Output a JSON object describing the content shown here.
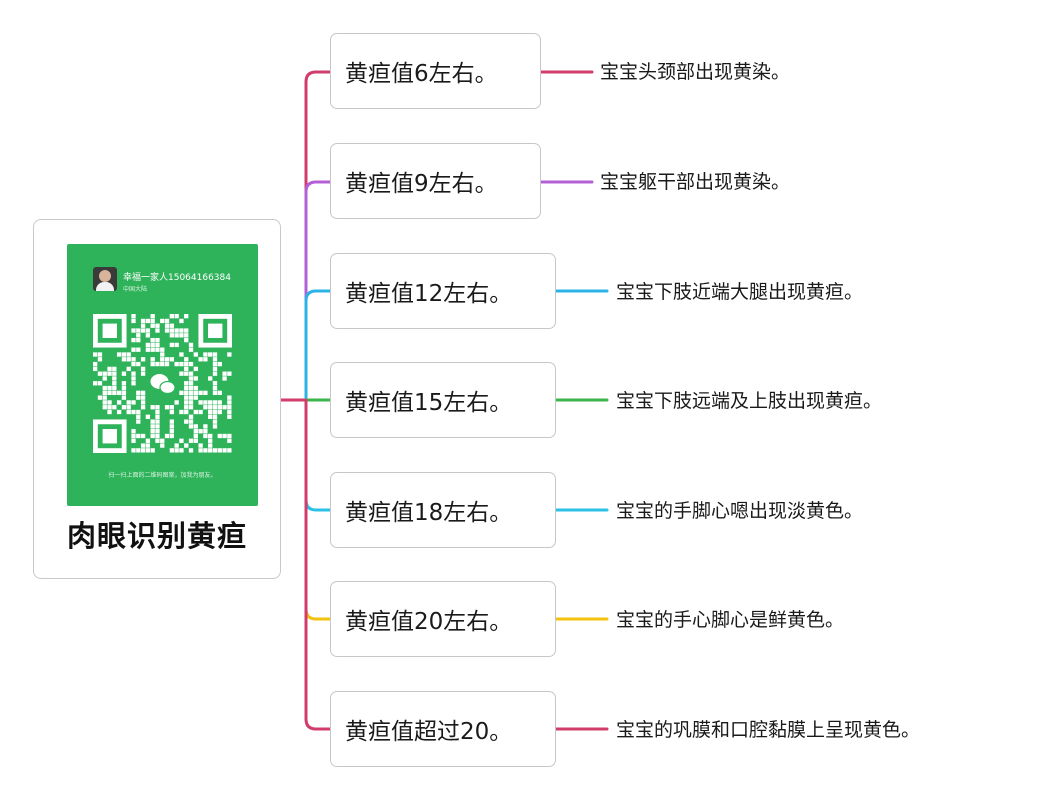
{
  "root": {
    "title": "肉眼识别黄疸",
    "qr_card": {
      "name": "幸福一家人15064166384",
      "region": "中国大陆",
      "hint": "扫一扫上面的二维码图案，加我为朋友。"
    }
  },
  "branches": [
    {
      "label": "黄疸值6左右。",
      "description": "宝宝头颈部出现黄染。",
      "color": "#d23c6a"
    },
    {
      "label": "黄疸值9左右。",
      "description": "宝宝躯干部出现黄染。",
      "color": "#b360d6"
    },
    {
      "label": "黄疸值12左右。",
      "description": "宝宝下肢近端大腿出现黄疸。",
      "color": "#2bb3e6"
    },
    {
      "label": "黄疸值15左右。",
      "description": "宝宝下肢远端及上肢出现黄疸。",
      "color": "#39b54a"
    },
    {
      "label": "黄疸值18左右。",
      "description": "宝宝的手脚心嗯出现淡黄色。",
      "color": "#2bc0e4"
    },
    {
      "label": "黄疸值20左右。",
      "description": "宝宝的手心脚心是鲜黄色。",
      "color": "#f2c20f"
    },
    {
      "label": "黄疸值超过20。",
      "description": "宝宝的巩膜和口腔黏膜上呈现黄色。",
      "color": "#d23c6a"
    }
  ],
  "colors": {
    "trunk": "#d23c6a",
    "qr_background": "#2fb35a"
  }
}
